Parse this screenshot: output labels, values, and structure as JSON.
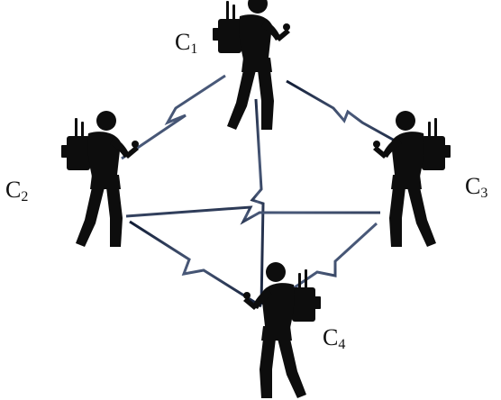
{
  "diagram": {
    "nodes": [
      {
        "id": "c1",
        "letter": "C",
        "index": "1",
        "icon": "soldier-with-radio-backpack-icon"
      },
      {
        "id": "c2",
        "letter": "C",
        "index": "2",
        "icon": "soldier-with-radio-backpack-icon"
      },
      {
        "id": "c3",
        "letter": "C",
        "index": "3",
        "icon": "soldier-with-radio-backpack-icon"
      },
      {
        "id": "c4",
        "letter": "C",
        "index": "4",
        "icon": "soldier-with-radio-backpack-icon"
      }
    ],
    "links": [
      {
        "from": "c1",
        "to": "c2",
        "style": "lightning"
      },
      {
        "from": "c1",
        "to": "c3",
        "style": "lightning"
      },
      {
        "from": "c1",
        "to": "c4",
        "style": "lightning"
      },
      {
        "from": "c2",
        "to": "c3",
        "style": "lightning"
      },
      {
        "from": "c2",
        "to": "c4",
        "style": "lightning"
      },
      {
        "from": "c3",
        "to": "c4",
        "style": "lightning"
      }
    ],
    "colors": {
      "figure": "#0d0d0d",
      "link": "#1e2a4a",
      "label": "#111111"
    }
  }
}
